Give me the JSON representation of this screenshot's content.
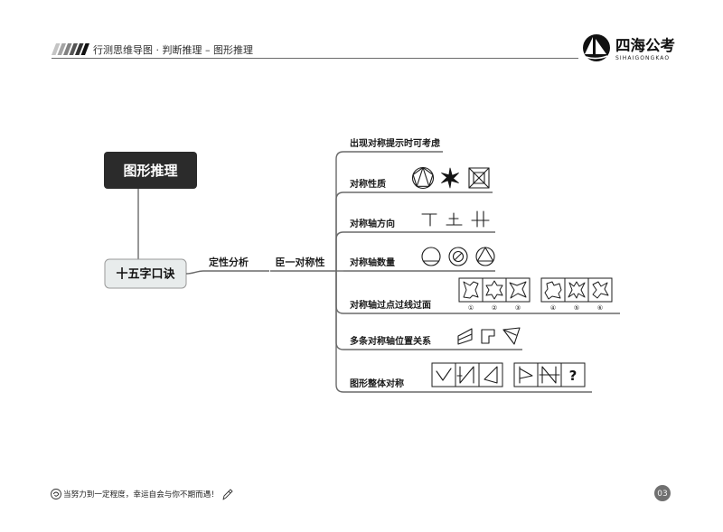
{
  "header": {
    "title": "行测思维导图 · 判断推理 – 图形推理",
    "stripes_icon": "stripe-decoration-icon",
    "logo": {
      "icon": "sailboat-logo-icon",
      "name": "四海公考",
      "pinyin": "SIHAIGONGKAO"
    }
  },
  "mindmap": {
    "root": "图形推理",
    "mnemonic": "十五字口诀",
    "path": [
      "定性分析",
      "臣一对称性"
    ],
    "children": [
      {
        "label": "出现对称提示时可考虑"
      },
      {
        "label": "对称性质",
        "figures": [
          "pentagon-in-circle-icon",
          "pinwheel-icon",
          "crossed-nested-square-icon"
        ]
      },
      {
        "label": "对称轴方向",
        "figures": [
          "inverted-t-shape-icon",
          "cross-base-shape-icon",
          "double-bar-cross-shape-icon"
        ]
      },
      {
        "label": "对称轴数量",
        "figures": [
          "circle-with-chord-icon",
          "slashed-ring-in-circle-icon",
          "triangle-in-circle-icon"
        ]
      },
      {
        "label": "对称轴过点过线过面",
        "figures": [
          "bowtie-shape-icon",
          "star-shape-icon",
          "notched-bowtie-shape-icon",
          "puzzle-shape-icon",
          "burst-shape-icon",
          "twisted-shape-icon"
        ],
        "markers": [
          "①",
          "②",
          "③",
          "④",
          "⑤",
          "⑥"
        ]
      },
      {
        "label": "多条对称轴位置关系",
        "figures": [
          "parallelogram-shape-icon",
          "notched-square-shape-icon",
          "triangle-line-shape-icon"
        ]
      },
      {
        "label": "图形整体对称",
        "figures": [
          "check-stroke-icon",
          "n-bar-stroke-icon",
          "triangle-bar-stroke-icon",
          "flag-stroke-icon",
          "n-cross-stroke-icon"
        ],
        "unknown": "?"
      }
    ]
  },
  "footer": {
    "leading_icon": "swirl-icon",
    "motto": "当努力到一定程度，幸运自会与你不期而遇！",
    "trailing_icon": "pencil-icon",
    "page": "03"
  },
  "colors": {
    "root_fill": "#2b2b2b",
    "mnemonic_fill": "#e8ecec",
    "mnemonic_border": "#9a9a9a",
    "line": "#6a6a6a",
    "page_badge": "#707070",
    "logo": "#111111"
  }
}
